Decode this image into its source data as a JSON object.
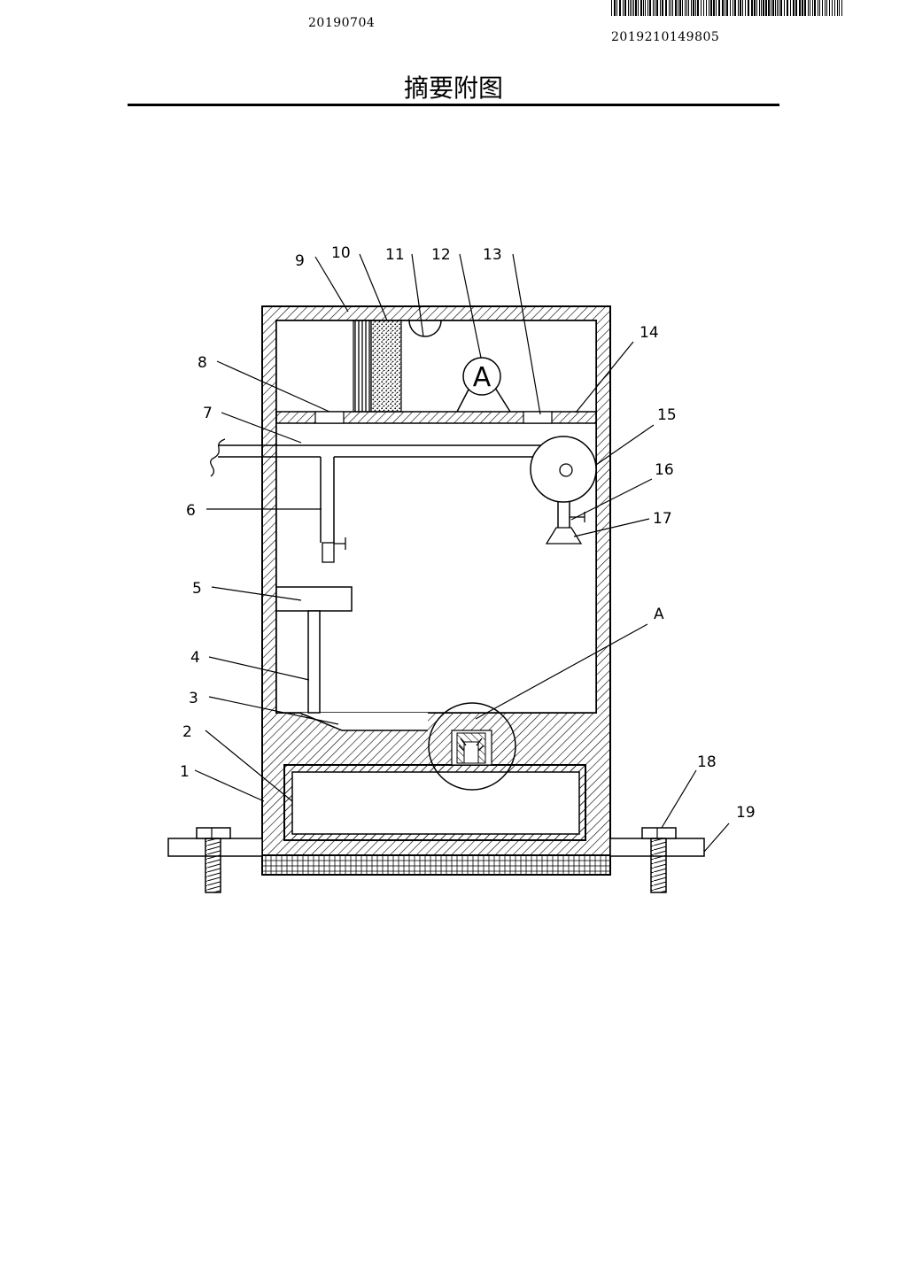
{
  "header": {
    "date": "20190704",
    "document_number": "2019210149805"
  },
  "title": "摘要附图",
  "figure": {
    "part_labels": [
      "1",
      "2",
      "3",
      "4",
      "5",
      "6",
      "7",
      "8",
      "9",
      "10",
      "11",
      "12",
      "13",
      "14",
      "15",
      "16",
      "17",
      "18",
      "19"
    ],
    "detail_label": "A",
    "circle_label": "A"
  }
}
